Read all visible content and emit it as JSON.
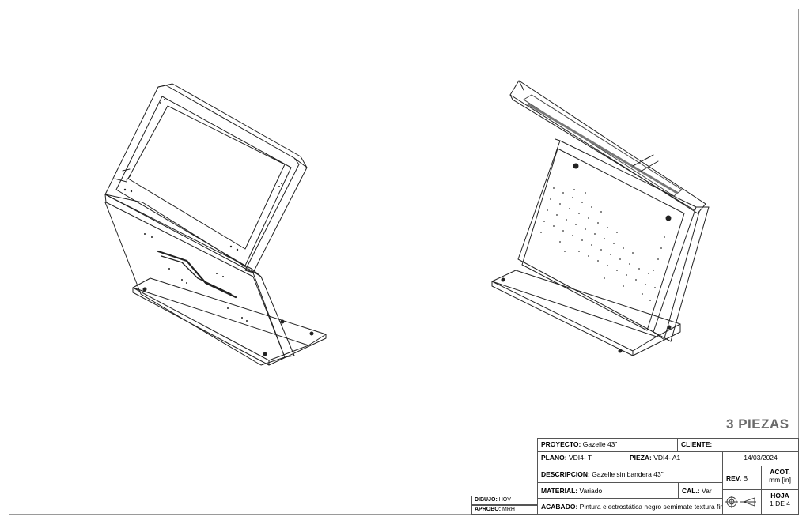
{
  "pieces_count": "3",
  "pieces_label": "PIEZAS",
  "title_block": {
    "proyecto_label": "PROYECTO:",
    "proyecto_value": "Gazelle 43\"",
    "cliente_label": "CLIENTE:",
    "cliente_value": "",
    "plano_label": "PLANO:",
    "plano_value": "VDI4- T",
    "pieza_label": "PIEZA:",
    "pieza_value": "VDI4- A1",
    "fecha": "14/03/2024",
    "descripcion_label": "DESCRIPCION:",
    "descripcion_value": "Gazelle sin bandera 43\"",
    "rev_label": "REV.",
    "rev_value": "B",
    "acot_label": "ACOT.",
    "acot_value": "mm [in]",
    "material_label": "MATERIAL:",
    "material_value": "Variado",
    "cal_label": "CAL.:",
    "cal_value": "Var",
    "hoja_label": "HOJA",
    "hoja_value": "1 DE 4",
    "acabado_label": "ACABADO:",
    "acabado_value": "Pintura electrostática negro semimate textura fina",
    "dibujo_label": "DIBUJO:",
    "dibujo_value": "HOV",
    "aprobo_label": "APROBO:",
    "aprobo_value": "MRH"
  },
  "icons": {
    "projection_symbol": "first-angle-projection-icon"
  }
}
